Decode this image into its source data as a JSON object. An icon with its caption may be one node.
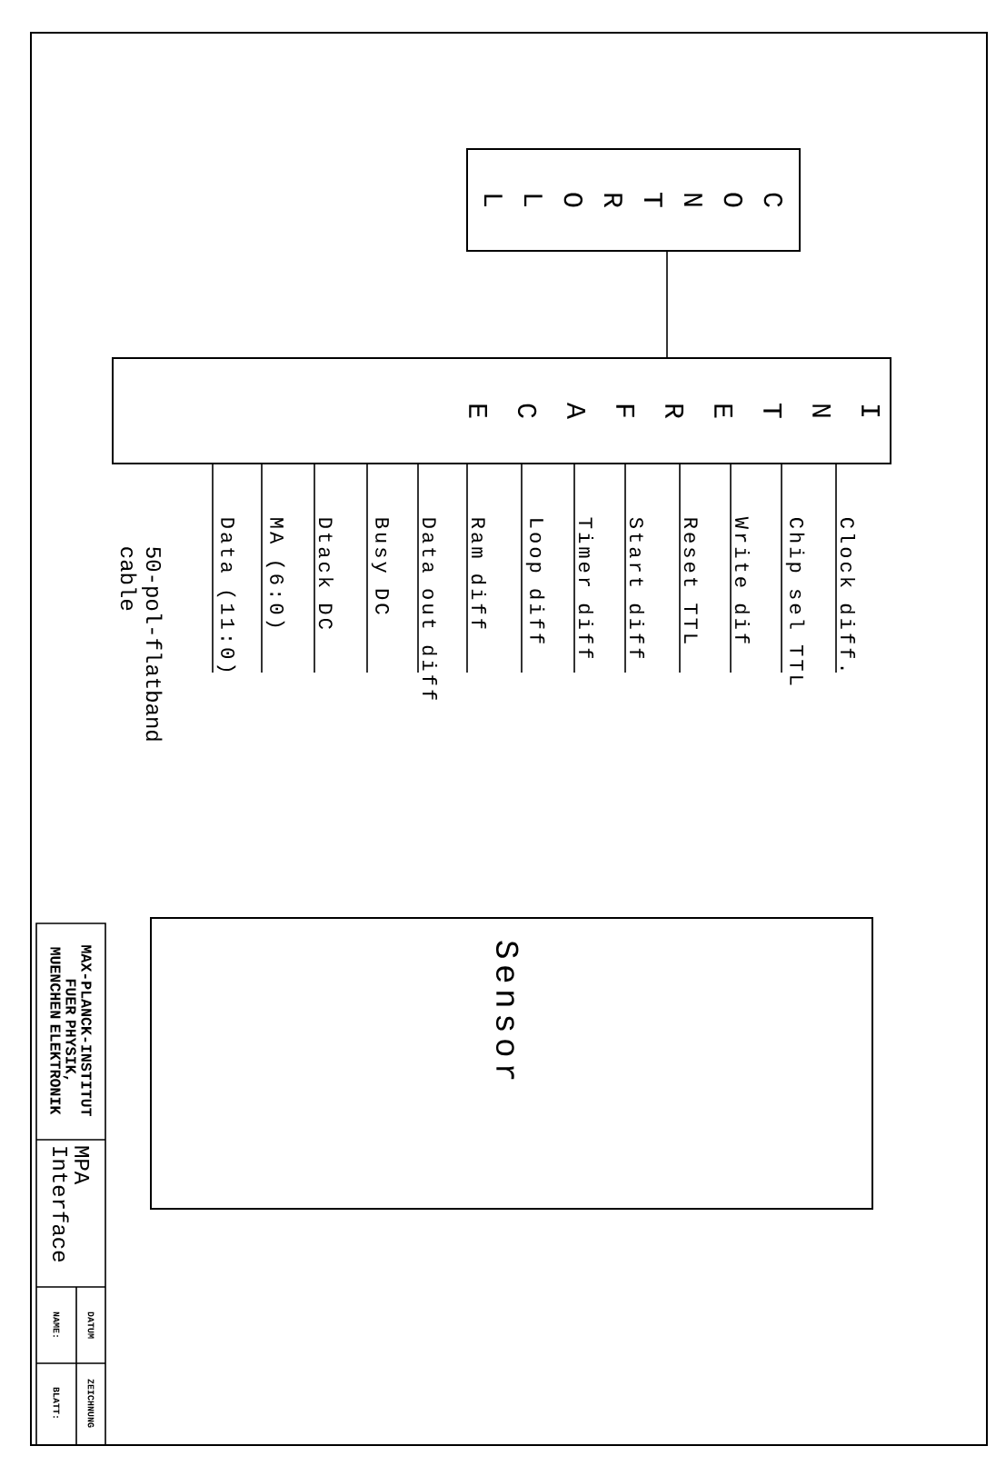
{
  "diagram": {
    "nodes": [
      {
        "text": [
          "CONTROLL"
        ]
      },
      {
        "text": [
          "INTERFACE"
        ]
      },
      {
        "text": [
          "Sensor"
        ]
      }
    ],
    "edges": [
      {
        "from": 0,
        "to": 1,
        "arrow": "none"
      },
      {
        "from": 1,
        "to": null,
        "arrow": "none",
        "label": "Clock diff."
      },
      {
        "from": 1,
        "to": null,
        "arrow": "none",
        "label": "Chip sel TTL"
      },
      {
        "from": 1,
        "to": null,
        "arrow": "none",
        "label": "Write dif"
      },
      {
        "from": 1,
        "to": null,
        "arrow": "none",
        "label": "Reset TTL"
      },
      {
        "from": 1,
        "to": null,
        "arrow": "none",
        "label": "Start diff"
      },
      {
        "from": 1,
        "to": null,
        "arrow": "none",
        "label": "Timer diff"
      },
      {
        "from": 1,
        "to": null,
        "arrow": "none",
        "label": "Loop diff"
      },
      {
        "from": 1,
        "to": null,
        "arrow": "none",
        "label": "Ram diff"
      },
      {
        "from": 1,
        "to": null,
        "arrow": "none",
        "label": "Data out diff"
      },
      {
        "from": 1,
        "to": null,
        "arrow": "none",
        "label": "Busy DC"
      },
      {
        "from": 1,
        "to": null,
        "arrow": "none",
        "label": "Dtack DC"
      },
      {
        "from": 1,
        "to": null,
        "arrow": "none",
        "label": "MA (6:0)"
      },
      {
        "from": 1,
        "to": null,
        "arrow": "none",
        "label": "Data (11:0)"
      }
    ],
    "labels": [
      "50-pol-flatband cable",
      "MAX-PLANCK-INSTITUT FUER PHYSIK, MUENCHEN ELEKTRONIK",
      "MPA Interface",
      "DATUM",
      "ZEICHNUNG",
      "NAME:",
      "BLATT:"
    ]
  }
}
